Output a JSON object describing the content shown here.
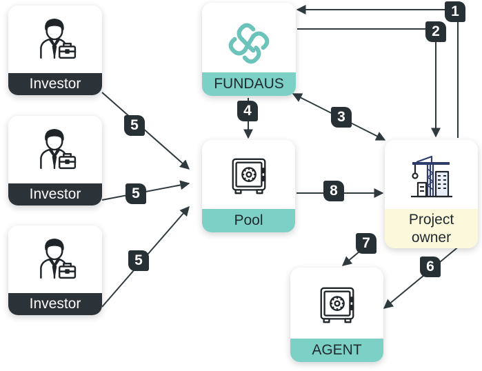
{
  "nodes": {
    "investor_1": {
      "label": "Investor",
      "icon": "businessman-briefcase-icon"
    },
    "investor_2": {
      "label": "Investor",
      "icon": "businessman-briefcase-icon"
    },
    "investor_3": {
      "label": "Investor",
      "icon": "businessman-briefcase-icon"
    },
    "fundaus": {
      "label": "FUNDAUS",
      "icon": "fundaus-logo"
    },
    "pool": {
      "label": "Pool",
      "icon": "safe-icon"
    },
    "project_owner": {
      "label": "Project owner",
      "icon": "construction-crane-building-icon"
    },
    "agent": {
      "label": "AGENT",
      "icon": "safe-icon"
    }
  },
  "steps": {
    "s1": "1",
    "s2": "2",
    "s3": "3",
    "s4": "4",
    "s5a": "5",
    "s5b": "5",
    "s5c": "5",
    "s6": "6",
    "s7": "7",
    "s8": "8"
  },
  "colors": {
    "dark": "#2b3338",
    "teal": "#7dd0c6",
    "cream": "#fbf8dc",
    "logo": "#6cc3bb",
    "arrow": "#2f3a3f"
  }
}
